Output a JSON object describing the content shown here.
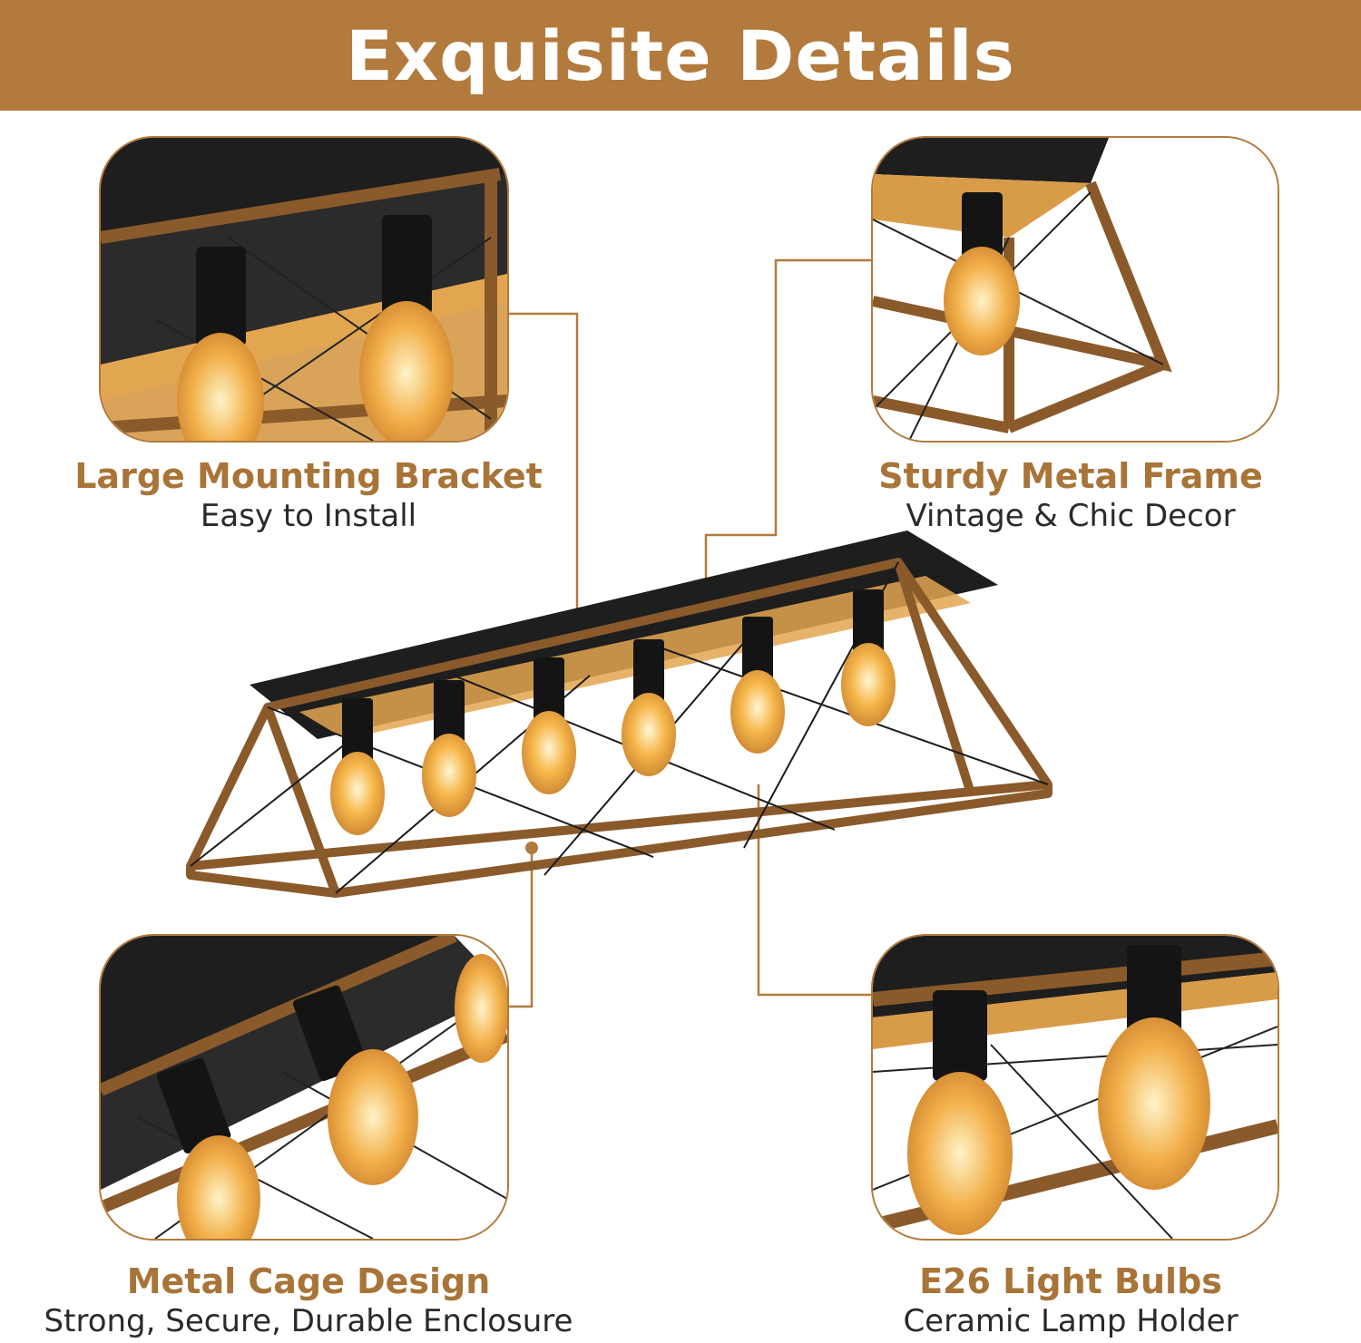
{
  "banner": {
    "title": "Exquisite Details"
  },
  "features": [
    {
      "title": "Large Mounting Bracket",
      "subtitle": "Easy to Install"
    },
    {
      "title": "Sturdy Metal Frame",
      "subtitle": "Vintage & Chic Decor"
    },
    {
      "title": "Metal Cage Design",
      "subtitle": "Strong, Secure, Durable Enclosure"
    },
    {
      "title": "E26 Light Bulbs",
      "subtitle": "Ceramic Lamp Holder"
    }
  ],
  "colors": {
    "accent": "#b27a3c",
    "caption_title": "#a87437",
    "frame_wood": "#8a5a2b",
    "fixture_black": "#1e1e1e",
    "bulb_glow": "#f6b64a"
  }
}
